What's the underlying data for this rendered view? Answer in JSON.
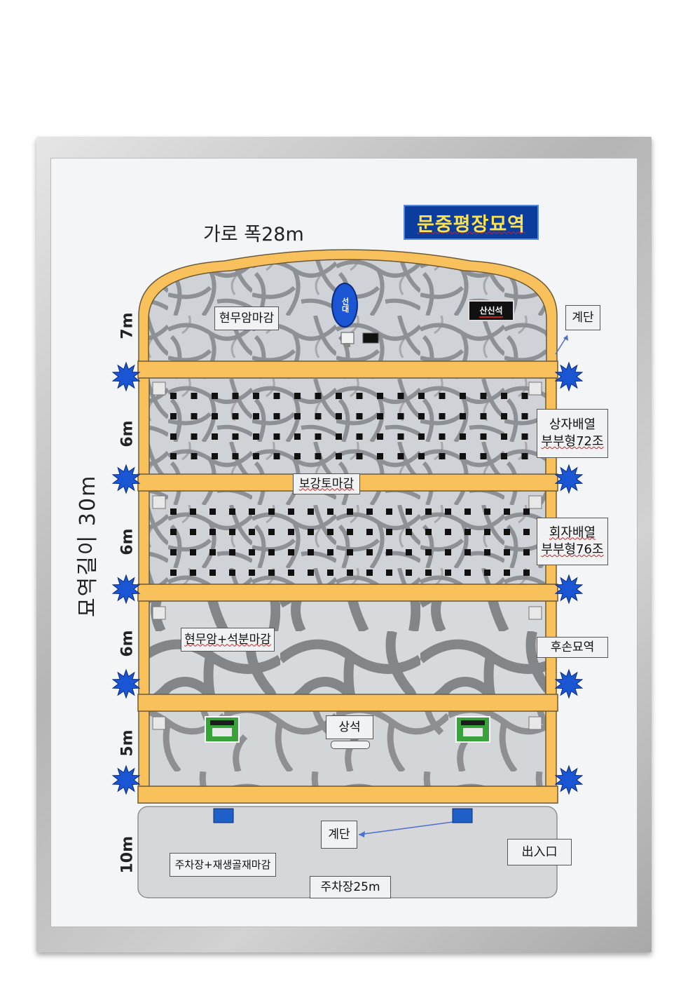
{
  "title": "문중평장묘역",
  "width_label": "가로 폭28m",
  "length_label": "묘역길이  30m",
  "dimensions": [
    "7m",
    "6m",
    "6m",
    "6m",
    "5m",
    "10m"
  ],
  "labels": {
    "top_finish": "현무암마감",
    "seondae": "선대",
    "sansinseok": "산신석",
    "stairs_top": "계단",
    "box_arrangement_1": "상자배열",
    "box_arrangement_2": "부부형72조",
    "bogangto": "보강토마감",
    "hoeja_1": "회자배열",
    "hoeja_2": "부부형76조",
    "basalt_stone": "현무암+석분마감",
    "descendants": "후손묘역",
    "sangseok": "상석",
    "stairs_bottom": "계단",
    "entrance": "出入口",
    "parking_finish": "주차장+재생골재마감",
    "parking_width": "주차장25m"
  },
  "colors": {
    "wall": "#f9c15b",
    "wall_border": "#6b5a3a",
    "title_bg": "#0b3d9e",
    "title_text": "#ffe14a",
    "flower": "#1a55d4",
    "parking": "#d6d7d9"
  },
  "icons": [
    "star-flower-icon",
    "grave-marker-icon",
    "stone-tablet-icon"
  ]
}
